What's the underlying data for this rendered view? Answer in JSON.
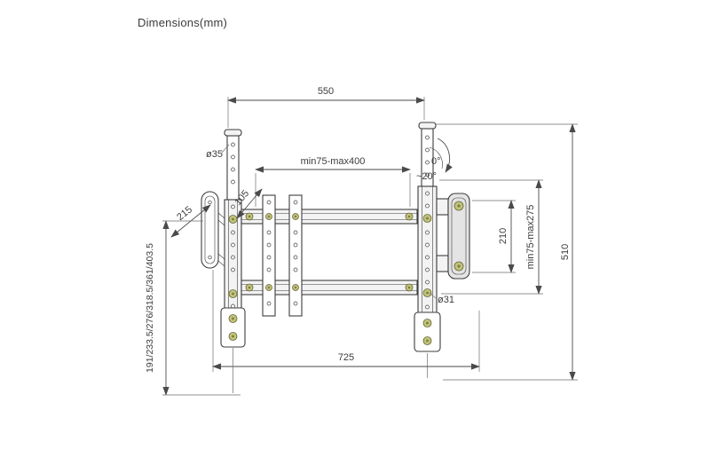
{
  "page": {
    "title": "Dimensions(mm)"
  },
  "colors": {
    "line": "#3d3d3d",
    "dimension": "#4a4a4a",
    "screw": "#c2c377",
    "background": "#ffffff"
  },
  "dims": {
    "top_width": "550",
    "pole_diameter": "ø35",
    "vesa_width_range": "min75-max400",
    "arm_offset": "105",
    "wall_plate_depth": "215",
    "tilt_zero": "0°",
    "tilt_max": "~20°",
    "overall_height": "510",
    "bracket_height": "210",
    "vesa_height_range": "min75-max275",
    "tube_diameter": "ø31",
    "overall_width": "725",
    "mounting_heights": "191/233.5/276/318.5/361/403.5"
  }
}
